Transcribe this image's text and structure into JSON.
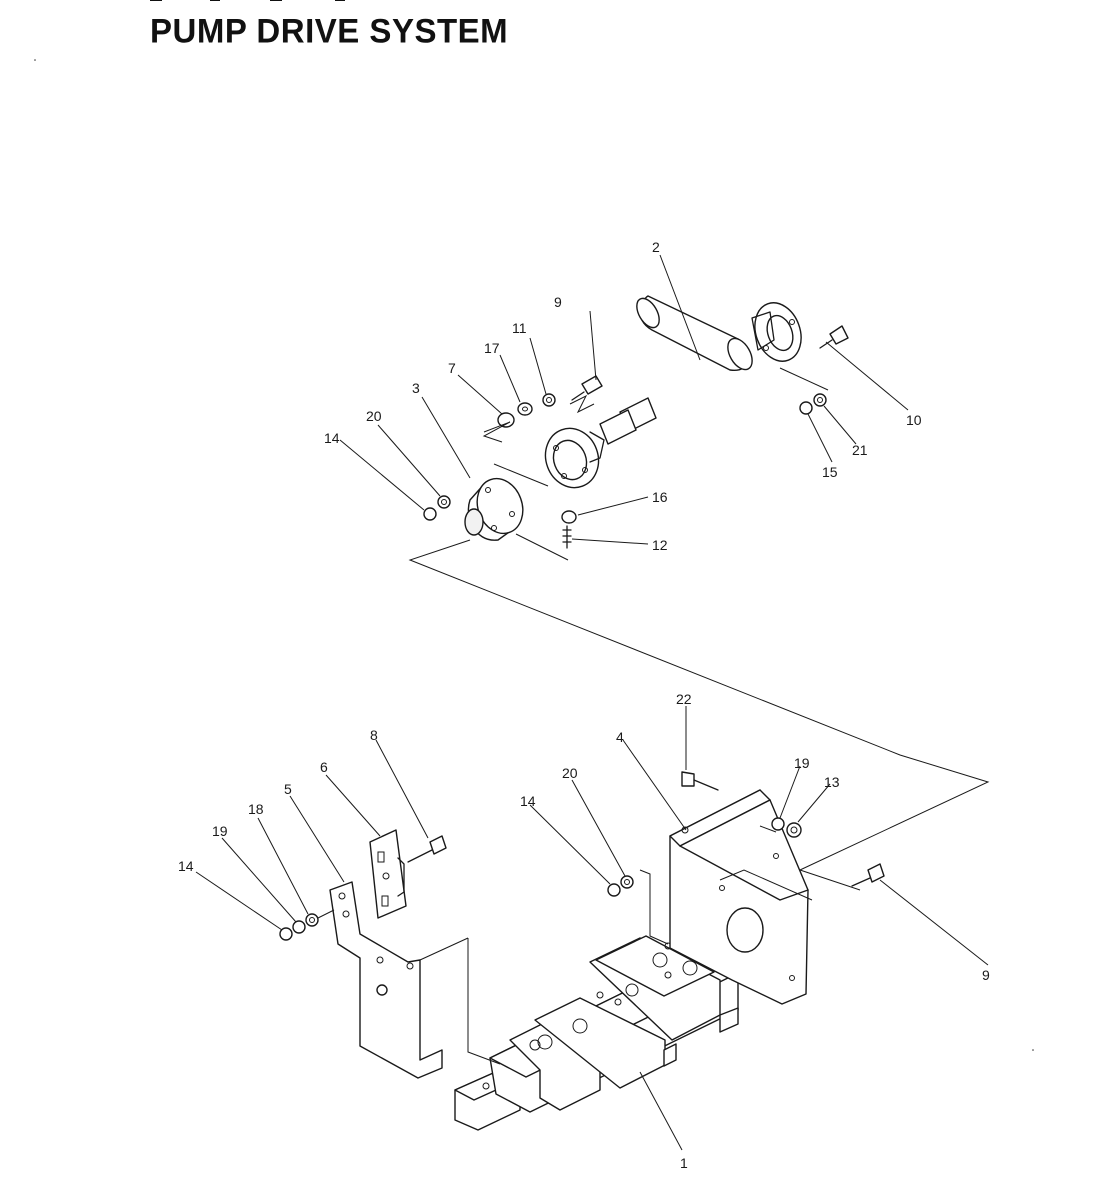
{
  "title": "PUMP DRIVE SYSTEM",
  "callouts": {
    "c1": "1",
    "c2": "2",
    "c3": "3",
    "c4": "4",
    "c5": "5",
    "c6": "6",
    "c7": "7",
    "c8": "8",
    "c9a": "9",
    "c9b": "9",
    "c10": "10",
    "c11": "11",
    "c12": "12",
    "c13": "13",
    "c14a": "14",
    "c14b": "14",
    "c14c": "14",
    "c15": "15",
    "c16": "16",
    "c17": "17",
    "c18": "18",
    "c19a": "19",
    "c19b": "19",
    "c20a": "20",
    "c20b": "20",
    "c21": "21",
    "c22": "22"
  }
}
